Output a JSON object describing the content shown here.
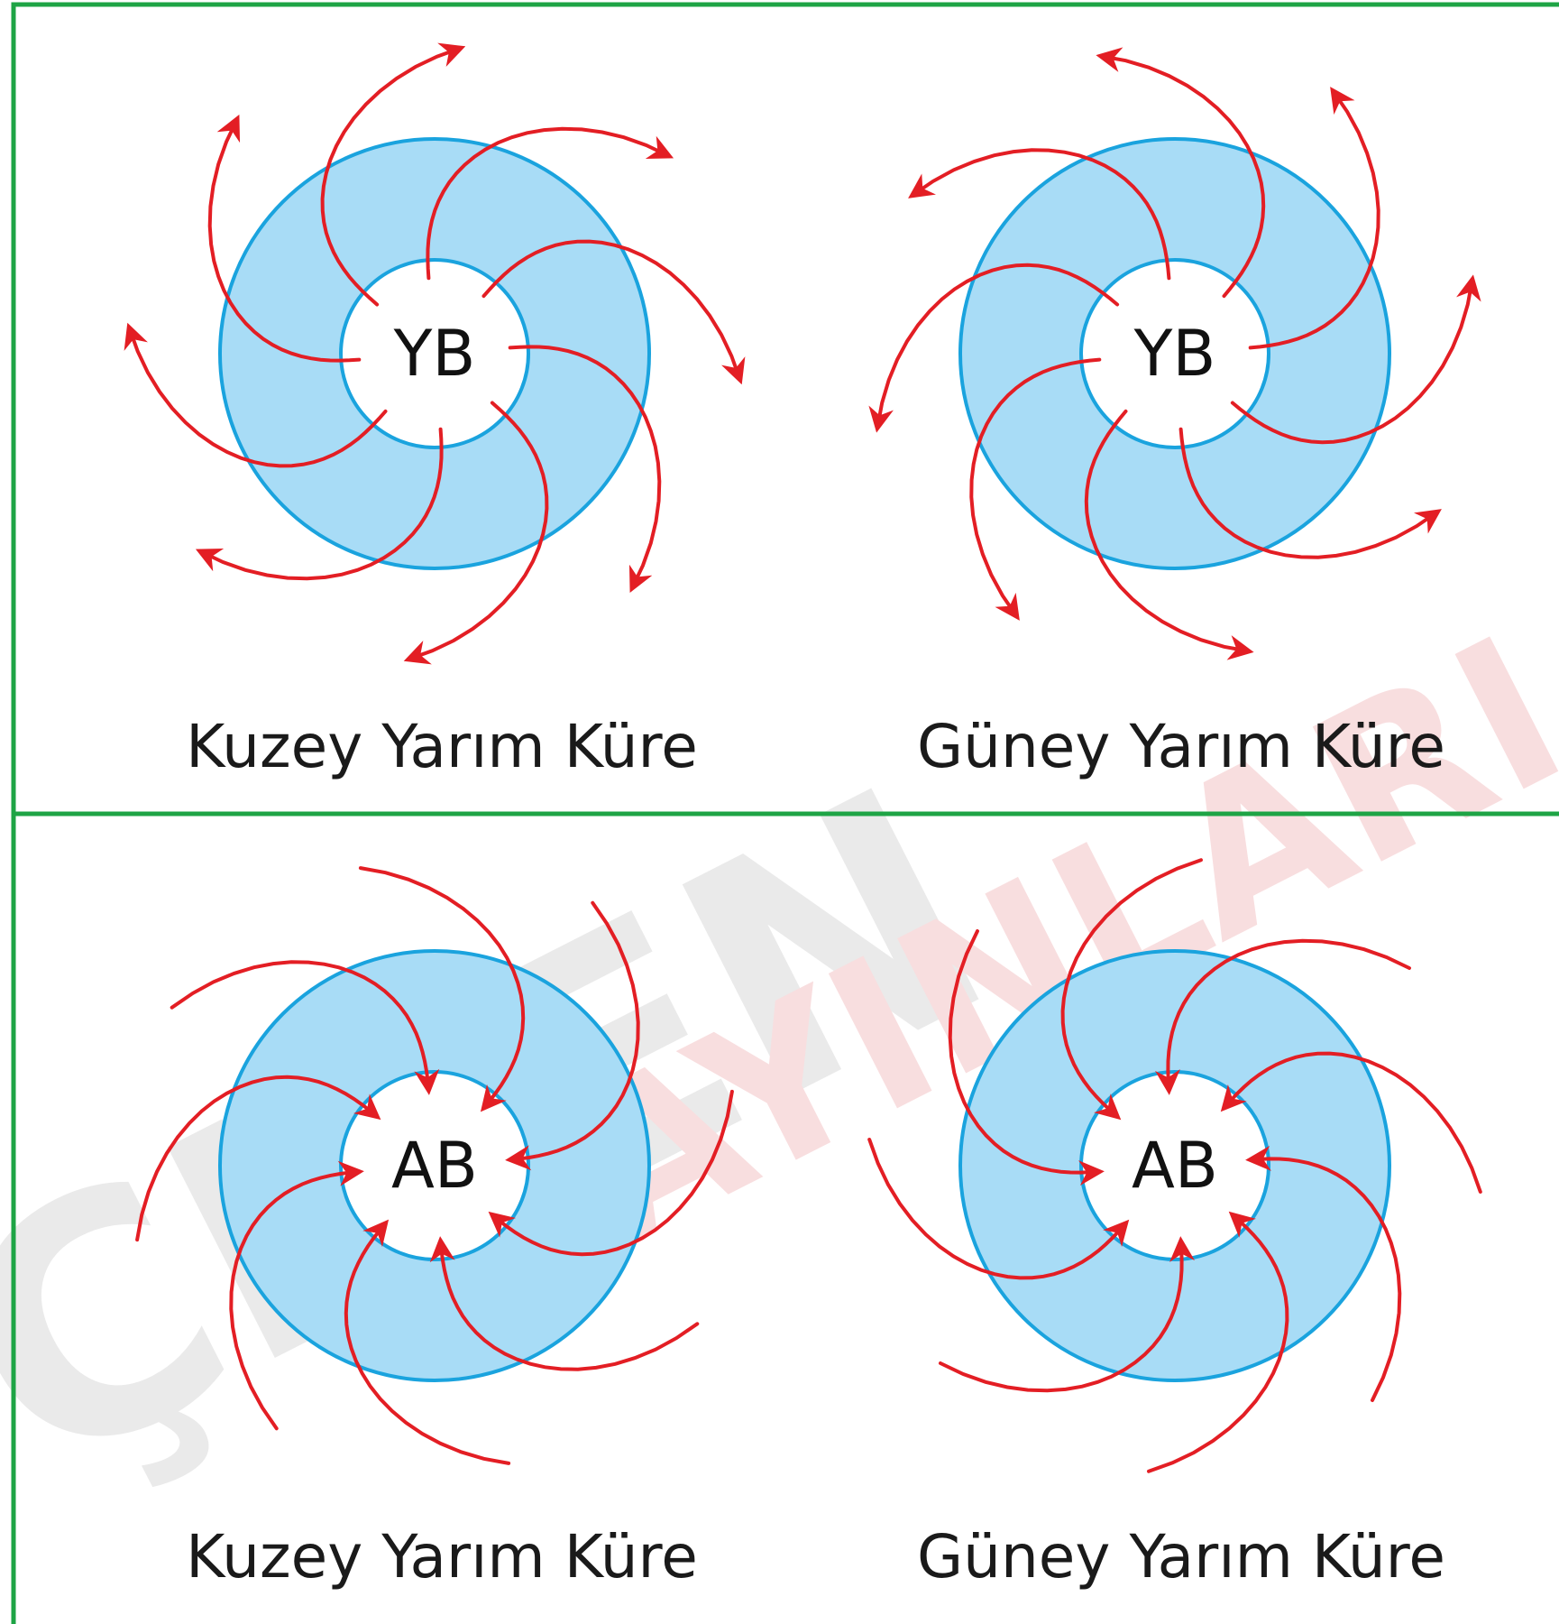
{
  "colors": {
    "border": "#1ea445",
    "ring_fill": "#a8dcf6",
    "ring_stroke": "#1aa3de",
    "arrow": "#e31e24",
    "watermark_gray": "#d9d9d9",
    "watermark_red": "#f4c4c6"
  },
  "watermark": {
    "gray_text": "ÇIZEN",
    "red_text": "YAYINLARI"
  },
  "panels": [
    {
      "center_label": "YB",
      "caption": "Kuzey Yarım Küre",
      "flow": "outward",
      "rotation": "clockwise"
    },
    {
      "center_label": "YB",
      "caption": "Güney Yarım Küre",
      "flow": "outward",
      "rotation": "counterclockwise"
    },
    {
      "center_label": "AB",
      "caption": "Kuzey Yarım Küre",
      "flow": "inward",
      "rotation": "counterclockwise"
    },
    {
      "center_label": "AB",
      "caption": "Güney Yarım Küre",
      "flow": "inward",
      "rotation": "clockwise"
    }
  ]
}
